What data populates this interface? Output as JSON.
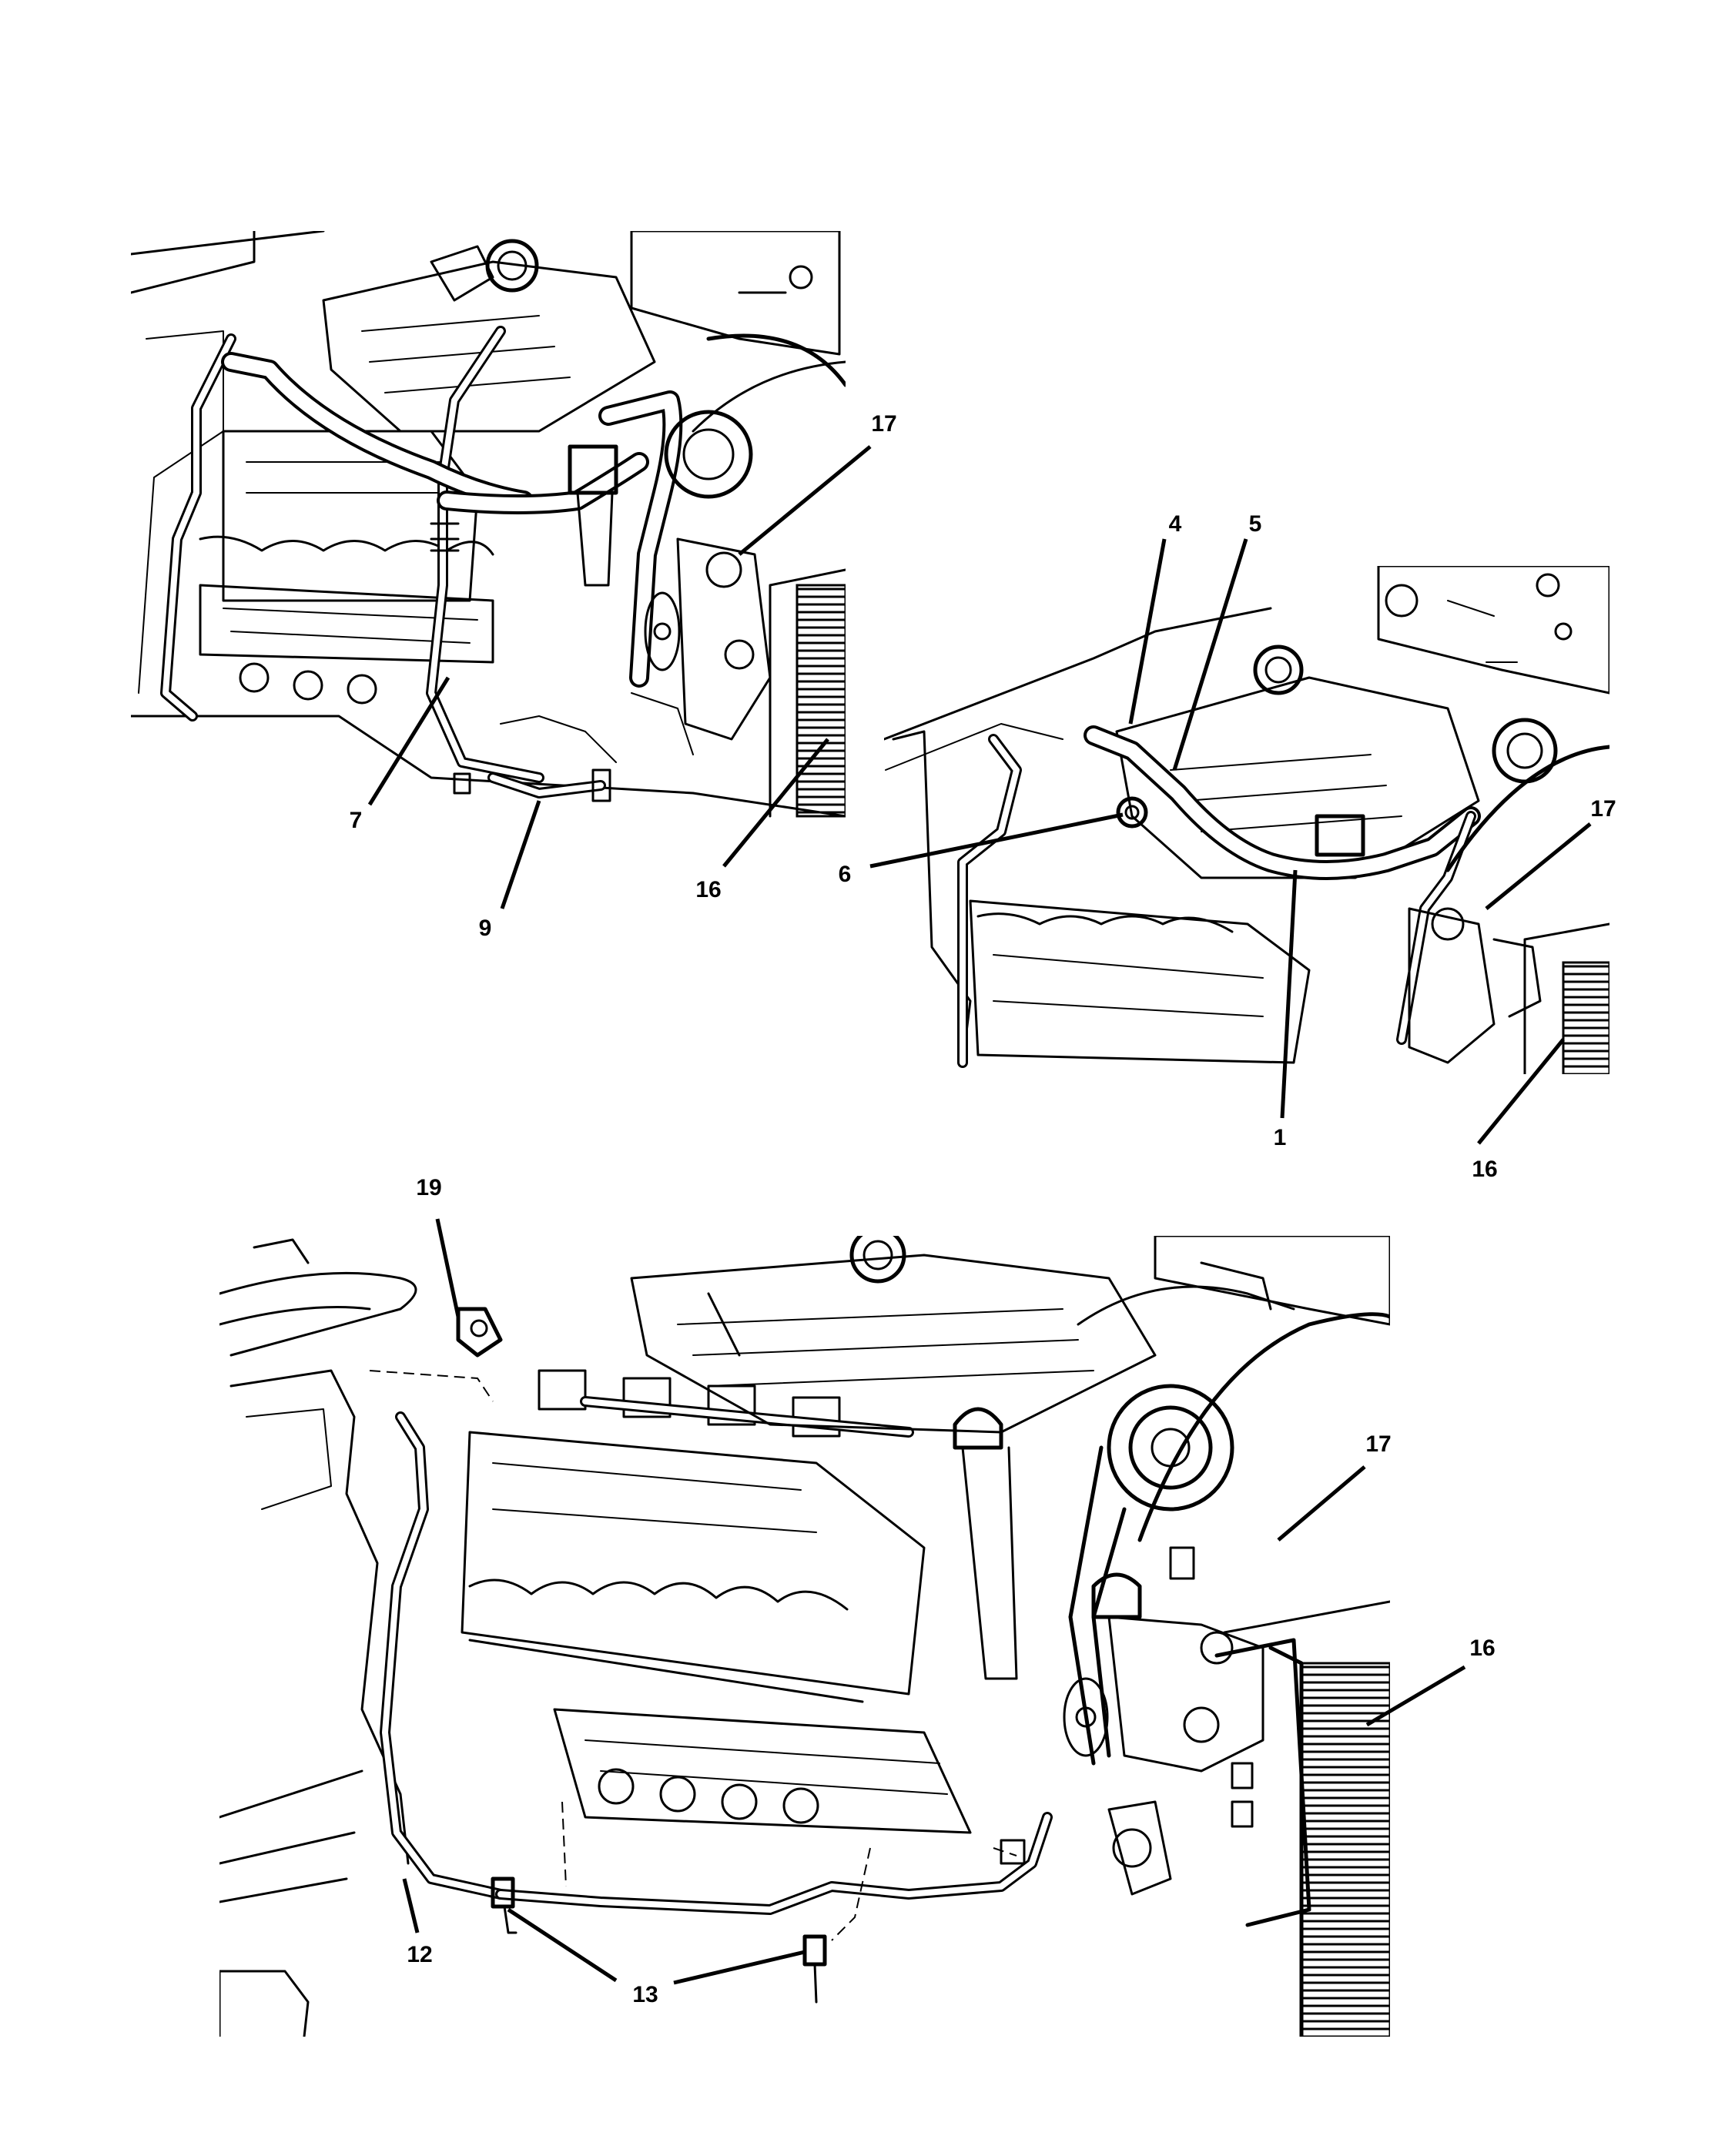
{
  "callouts": {
    "top_left": {
      "c17": "17",
      "c7": "7",
      "c9": "9",
      "c16": "16"
    },
    "top_right": {
      "c4": "4",
      "c5": "5",
      "c17": "17",
      "c6": "6",
      "c1": "1",
      "c16": "16"
    },
    "bottom": {
      "c19": "19",
      "c17": "17",
      "c16": "16",
      "c12": "12",
      "c13": "13"
    }
  }
}
